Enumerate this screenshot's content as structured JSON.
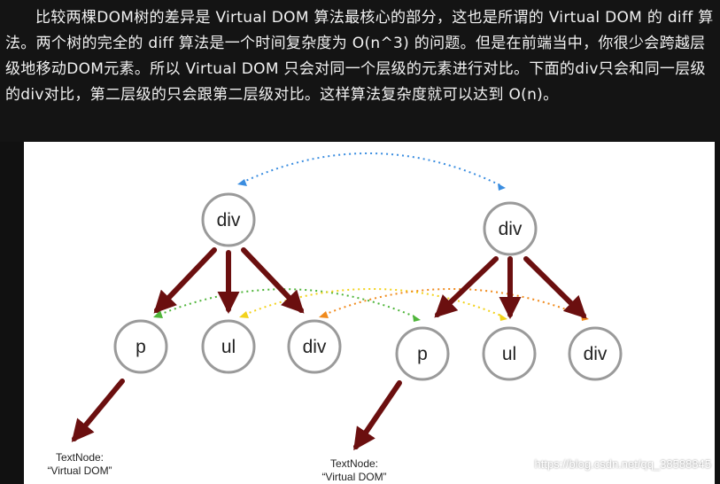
{
  "caption": {
    "text": "比较两棵DOM树的差异是 Virtual DOM 算法最核心的部分，这也是所谓的 Virtual DOM 的 diff 算法。两个树的完全的 diff 算法是一个时间复杂度为 O(n^3) 的问题。但是在前端当中，你很少会跨越层级地移动DOM元素。所以 Virtual DOM 只会对同一个层级的元素进行对比。下面的div只会和同一层级的div对比，第二层级的只会跟第二层级对比。这样算法复杂度就可以达到 O(n)。"
  },
  "diagram": {
    "left_tree": {
      "root": "div",
      "children": [
        "p",
        "ul",
        "div"
      ],
      "text_node": {
        "line1": "TextNode:",
        "line2": "“Virtual DOM”"
      }
    },
    "right_tree": {
      "root": "div",
      "children": [
        "p",
        "ul",
        "div"
      ],
      "text_node": {
        "line1": "TextNode:",
        "line2": "“Virtual DOM”"
      }
    },
    "colors": {
      "root_link": "#3a8de0",
      "p_link": "#4fb53a",
      "ul_link": "#f2d21b",
      "div_link": "#f08a1c",
      "tree_arrow": "#6b0f0f",
      "node_border": "#9a9a9a"
    }
  },
  "watermark": "https://blog.csdn.net/qq_38588845"
}
